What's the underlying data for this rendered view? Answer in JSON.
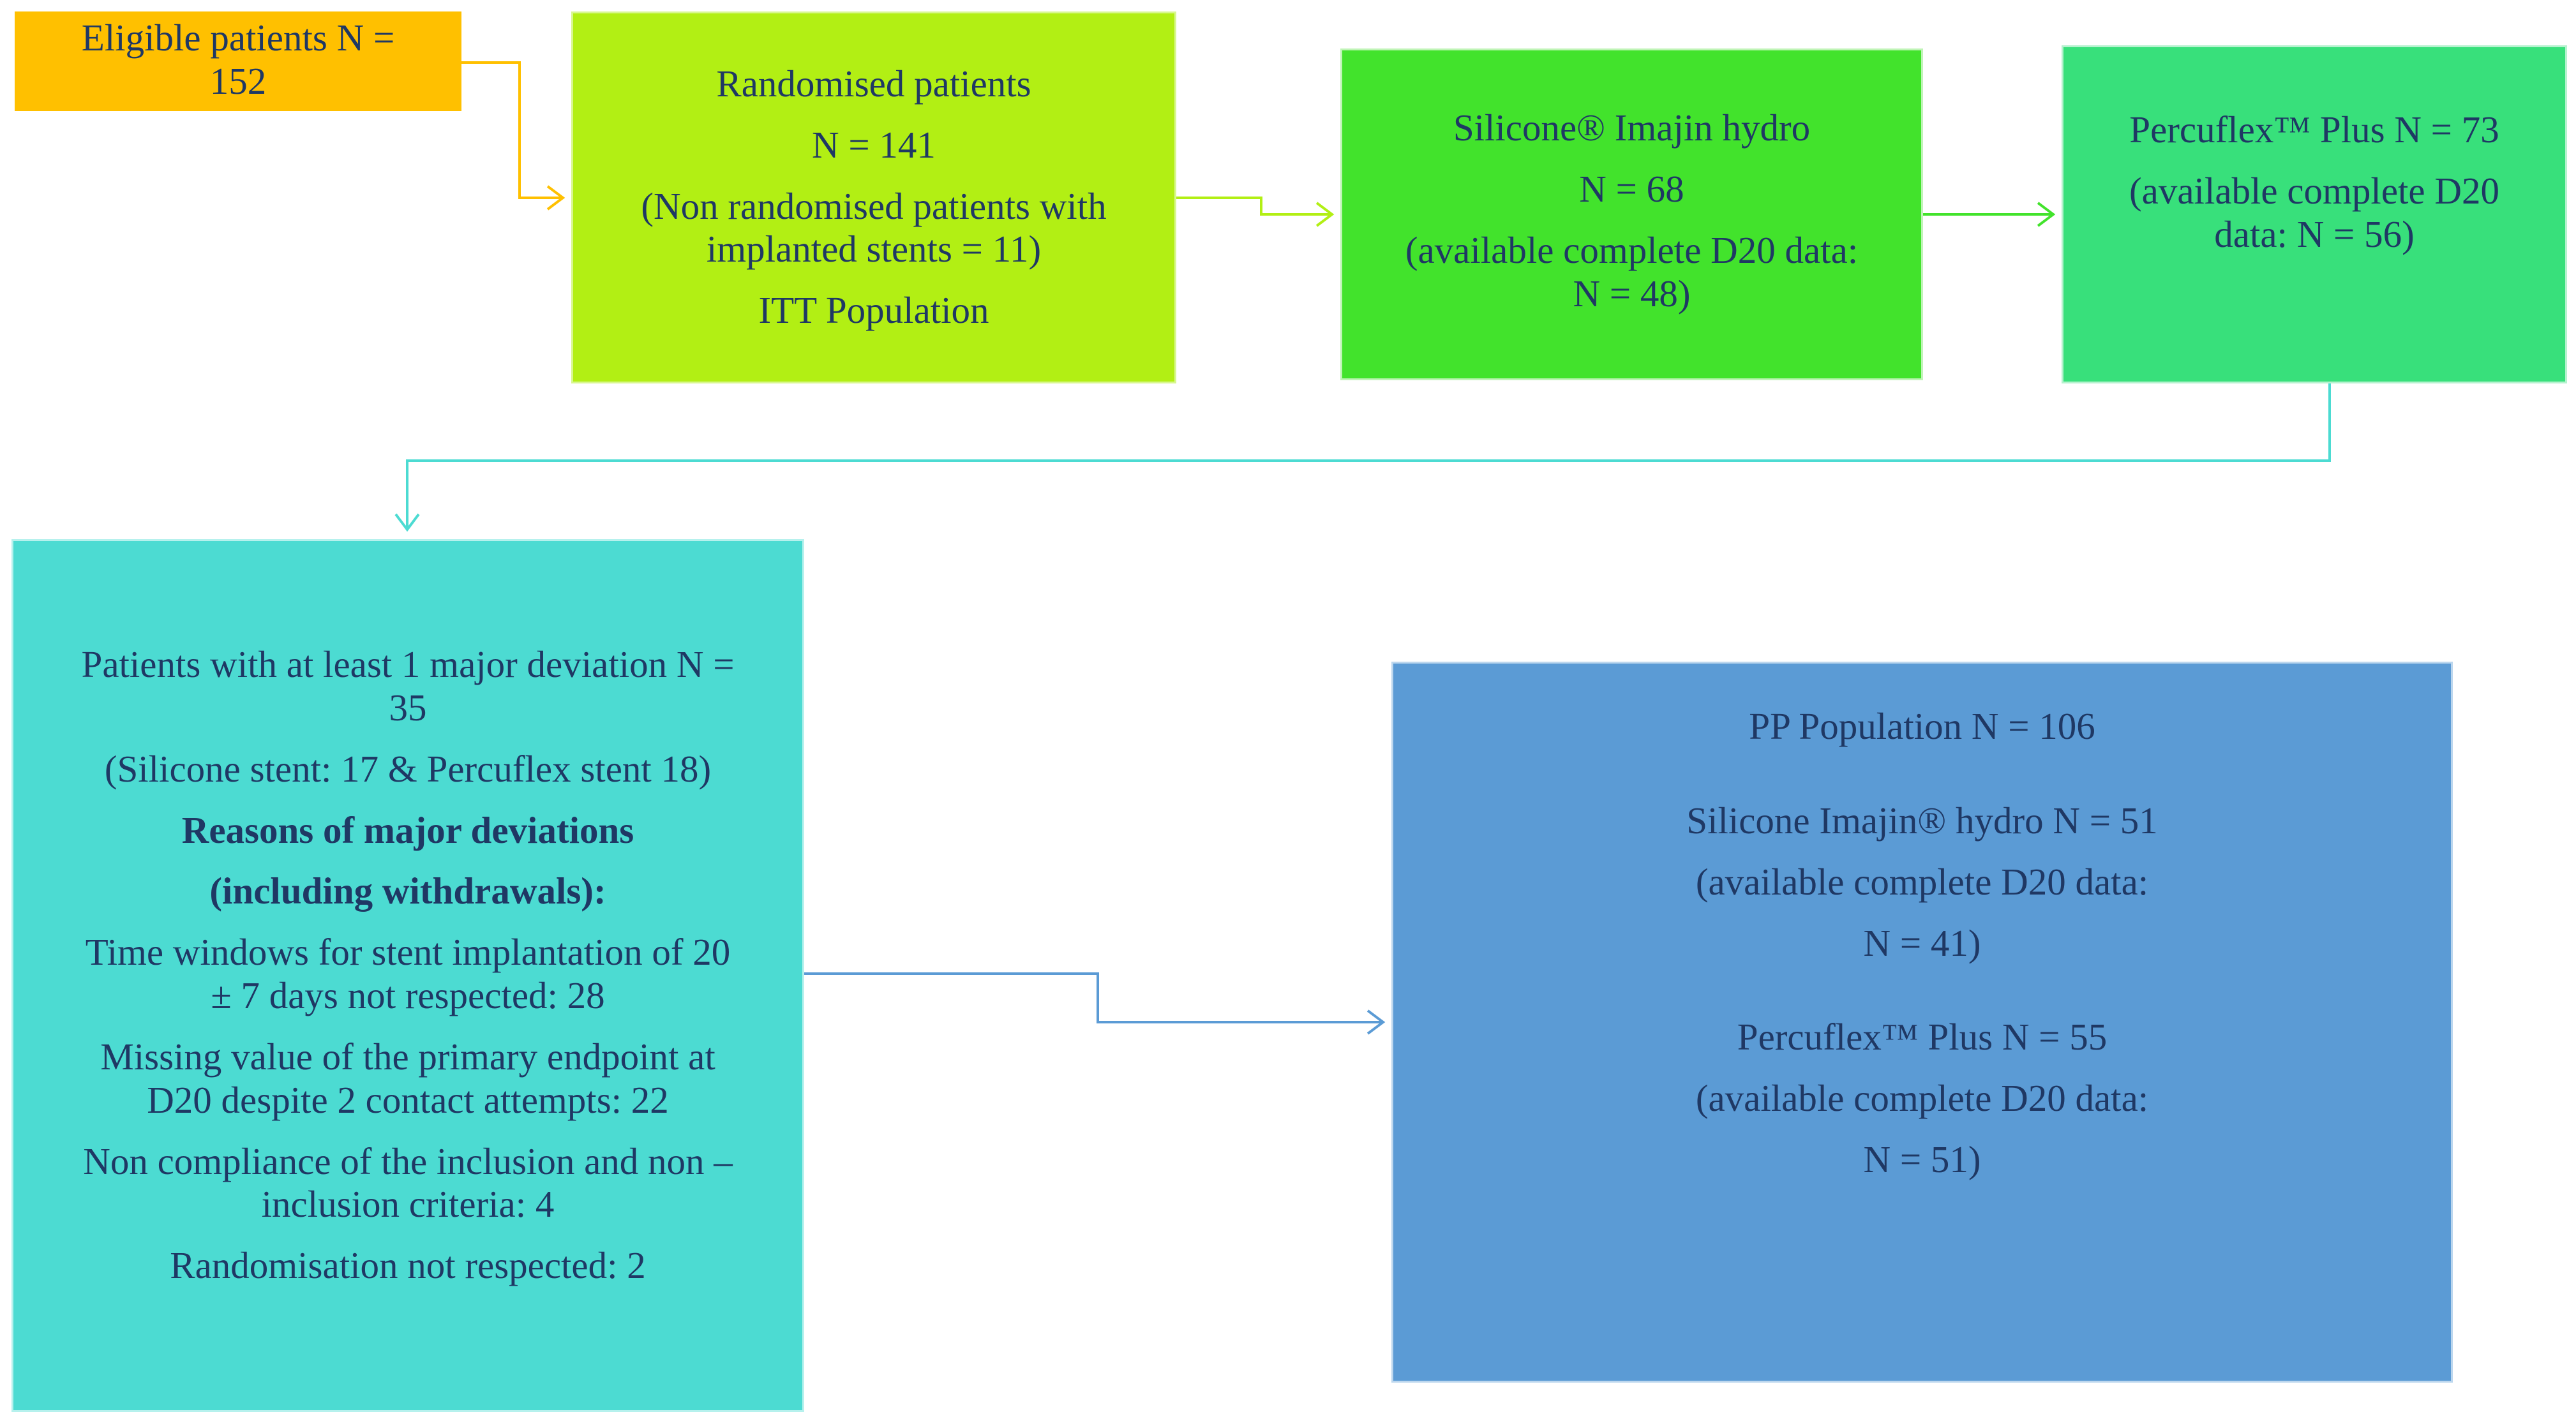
{
  "boxes": {
    "eligible": {
      "line1": "Eligible patients N =",
      "line2": "152",
      "color": "#ffc000"
    },
    "randomised": {
      "title": "Randomised patients",
      "n": "N = 141",
      "note_line1": "(Non randomised patients with",
      "note_line2": "implanted stents = 11)",
      "population": "ITT Population",
      "color": "#b2ef14"
    },
    "silicone": {
      "title": "Silicone® Imajin hydro",
      "n": "N = 68",
      "note_line1": "(available complete D20 data:",
      "note_line2": "N = 48)",
      "color": "#42e32c"
    },
    "percuflex": {
      "title": "Percuflex™ Plus N = 73",
      "note_line1": "(available complete D20",
      "note_line2": "data: N = 56)",
      "color": "#38e07b"
    },
    "deviation": {
      "line1": "Patients with at least 1 major deviation N =",
      "line2": "35",
      "split": "(Silicone stent: 17 & Percuflex stent 18)",
      "reasons_title": "Reasons of major deviations",
      "reasons_subtitle": "(including withdrawals):",
      "reason1_line1": "Time windows for stent implantation of 20",
      "reason1_line2": "± 7 days not respected: 28",
      "reason2_line1": "Missing  value of the primary endpoint at",
      "reason2_line2": "D20 despite 2 contact attempts: 22",
      "reason3_line1": "Non compliance of the inclusion and non –",
      "reason3_line2": "inclusion criteria:  4",
      "reason4": "Randomisation not respected: 2",
      "color": "#4cdbd2"
    },
    "pp": {
      "title": "PP Population N = 106",
      "silicone_title": "Silicone Imajin® hydro N = 51",
      "silicone_note1": "(available complete D20 data:",
      "silicone_note2": "N = 41)",
      "percuflex_title": "Percuflex™ Plus N = 55",
      "percuflex_note1": "(available complete D20 data:",
      "percuflex_note2": "N = 51)",
      "color": "#5b9bd5"
    }
  }
}
